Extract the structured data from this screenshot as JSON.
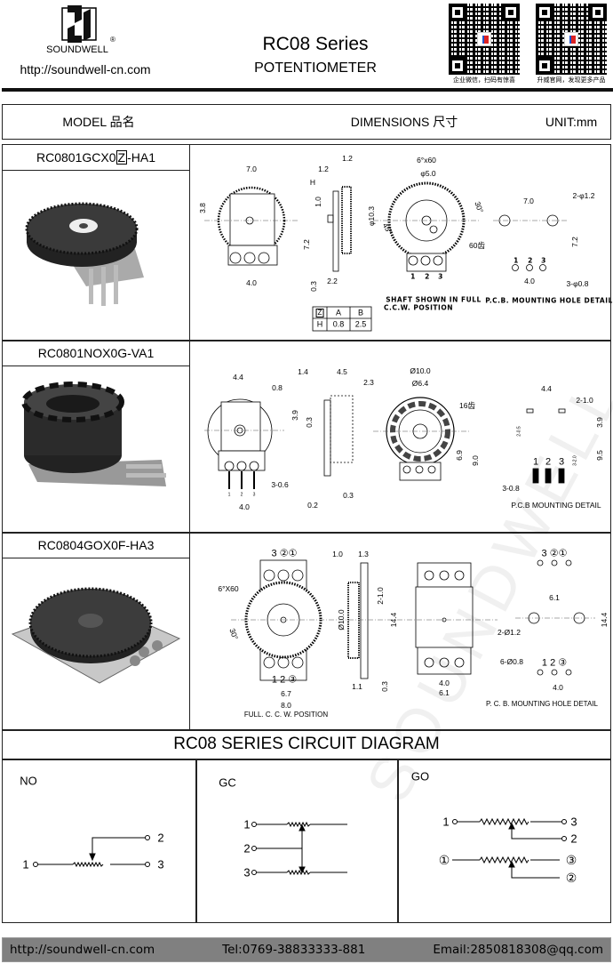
{
  "header": {
    "brand": "SOUNDWELL",
    "registered": "®",
    "url": "http://soundwell-cn.com",
    "title": "RC08 Series",
    "subtitle": "POTENTIOMETER",
    "qr_codes": [
      {
        "caption": "企业微信，扫码有惊喜"
      },
      {
        "caption": "升威官网，发现更多产品"
      }
    ]
  },
  "table_header": {
    "model": "MODEL 品名",
    "dimensions": "DIMENSIONS 尺寸",
    "unit": "UNIT:mm"
  },
  "products": [
    {
      "model_prefix": "RC0801GCX0",
      "model_box": "Z",
      "model_suffix": "-HA1",
      "labels": [
        "7.0",
        "3.8",
        "4.0",
        "1.2",
        "1.2",
        "H",
        "1.0",
        "7.2",
        "0.3",
        "2.2",
        "6°x60",
        "φ5.0",
        "φ10.3",
        "45°",
        "30°",
        "60齿",
        "1",
        "2",
        "3",
        "7.0",
        "2-φ1.2",
        "7.2",
        "1",
        "2",
        "3",
        "4.0",
        "3-φ0.8",
        "SHAFT  SHOWN  IN  FULL",
        "C.C.W.  POSITION",
        "P.C.B.    MOUNTING  HOLE  DETAIL"
      ],
      "h_table": {
        "header": [
          "Z",
          "A",
          "B"
        ],
        "row": [
          "H",
          "0.8",
          "2.5"
        ]
      }
    },
    {
      "model": "RC0801NOX0G-VA1",
      "labels": [
        "4.4",
        "0.8",
        "3.9",
        "0.3",
        "3-0.6",
        "4.0",
        "1.4",
        "4.5",
        "2.3",
        "0.3",
        "0.2",
        "Ø10.0",
        "Ø6.4",
        "16齿",
        "6.9",
        "9.0",
        "4.4",
        "2-1.0",
        "2-0.5",
        "3.9",
        "9.5",
        "3-2.0",
        "1",
        "2",
        "3",
        "3-0.8",
        "P.C.B  MOUNTING DETAIL",
        "1",
        "2",
        "3"
      ]
    },
    {
      "model": "RC0804GOX0F-HA3",
      "labels": [
        "3 ②①",
        "6°X60",
        "30°",
        "1  2  ③",
        "6.7",
        "8.0",
        "FULL. C. C. W. POSITION",
        "1.0",
        "1.3",
        "2-1.0",
        "Ø10.0",
        "14.4",
        "1.1",
        "0.3",
        "4.0",
        "6.1",
        "3 ②①",
        "6.1",
        "2-Ø1.2",
        "14.4",
        "6-Ø0.8",
        "1  2  ③",
        "4.0",
        "P. C. B.  MOUNTING HOLE DETAIL"
      ]
    }
  ],
  "circuit": {
    "title": "RC08 SERIES CIRCUIT DIAGRAM",
    "panels": [
      {
        "name": "NO",
        "pins": [
          "1",
          "2",
          "3"
        ]
      },
      {
        "name": "GC",
        "pins": [
          "1",
          "2",
          "3"
        ]
      },
      {
        "name": "GO",
        "pins": [
          "1",
          "3",
          "2",
          "①",
          "③",
          "②"
        ]
      }
    ]
  },
  "watermark": "SOUNDWELL",
  "footer": {
    "url": "http://soundwell-cn.com",
    "tel": "Tel:0769-38833333-881",
    "email": "Email:2850818308@qq.com",
    "background": "#808080"
  }
}
